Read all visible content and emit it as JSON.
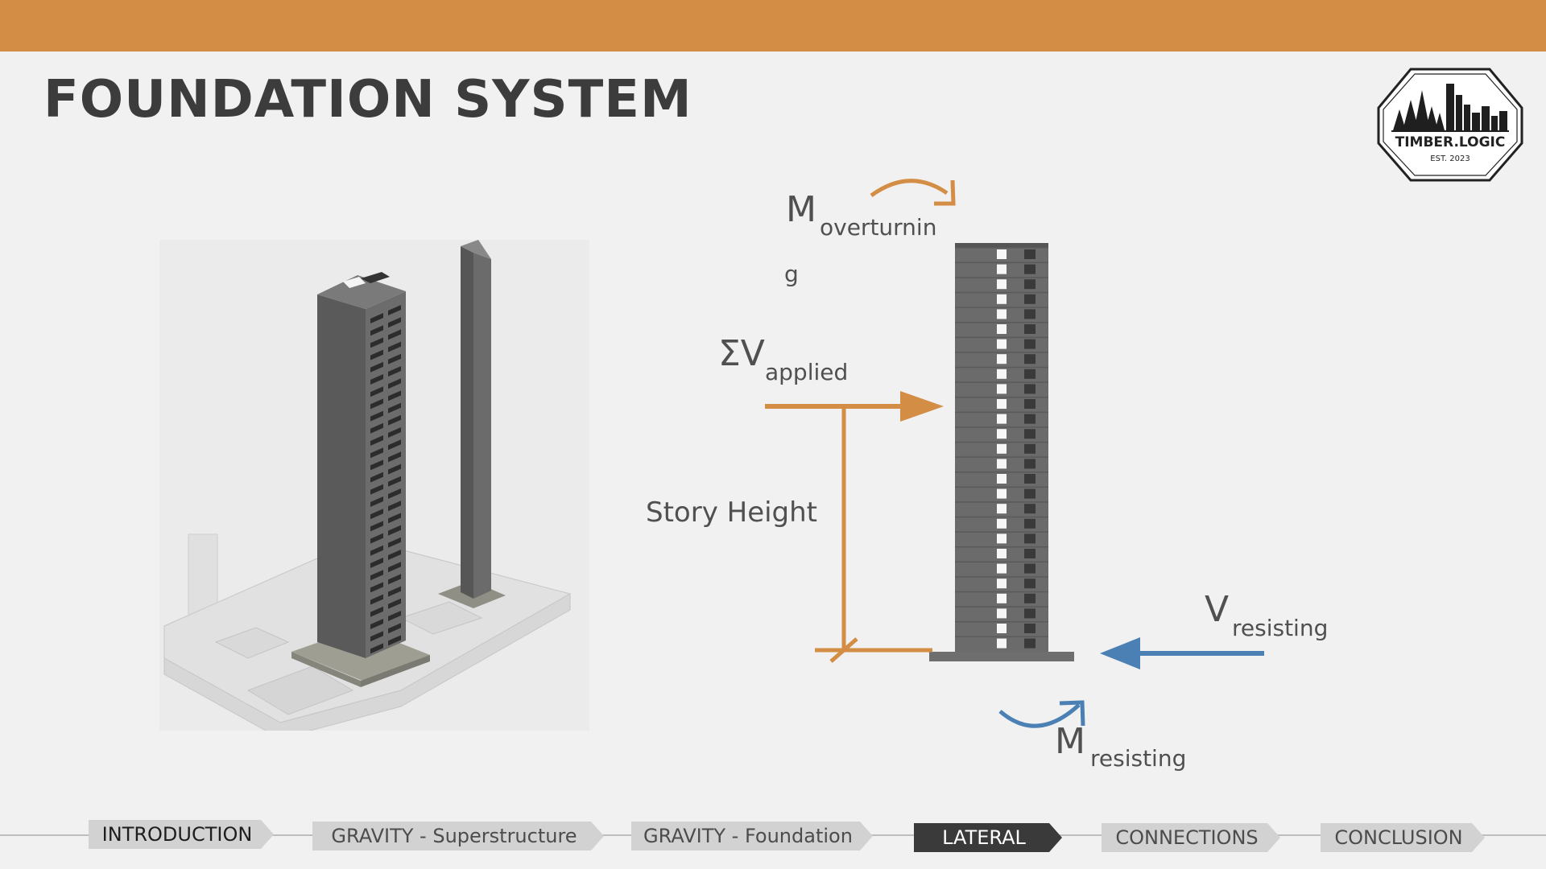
{
  "slide": {
    "title": "FOUNDATION SYSTEM",
    "accent_color": "#d38d45",
    "resisting_color": "#4a80b4"
  },
  "logo": {
    "name": "TIMBER.LOGIC",
    "established": "EST. 2023"
  },
  "diagram": {
    "overturning_symbol": "M",
    "overturning_sub_line1": "overturnin",
    "overturning_sub_line2": "g",
    "applied_symbol": "ΣV",
    "applied_sub": "applied",
    "story_height": "Story Height",
    "v_resisting_symbol": "V",
    "v_resisting_sub": "resisting",
    "m_resisting_symbol": "M",
    "m_resisting_sub": "resisting"
  },
  "nav": {
    "items": [
      {
        "label": "INTRODUCTION"
      },
      {
        "label": "GRAVITY - Superstructure"
      },
      {
        "label": "GRAVITY - Foundation"
      },
      {
        "label": "LATERAL"
      },
      {
        "label": "CONNECTIONS"
      },
      {
        "label": "CONCLUSION"
      }
    ],
    "active": "LATERAL"
  }
}
